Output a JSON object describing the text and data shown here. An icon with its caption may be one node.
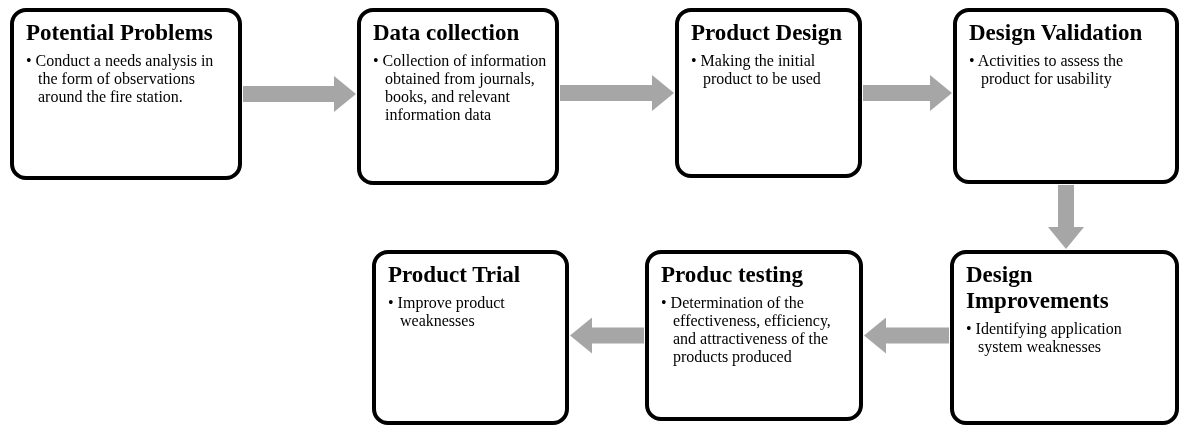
{
  "diagram": {
    "nodes": [
      {
        "text": [
          "Potential Problems",
          "• Conduct a needs analysis in the form of observations around the fire station."
        ]
      },
      {
        "text": [
          "Data collection",
          "• Collection of information obtained from journals, books, and relevant information data"
        ]
      },
      {
        "text": [
          "Product Design",
          "• Making the initial product to be used"
        ]
      },
      {
        "text": [
          "Design Validation",
          "• Activities to assess the product for usability"
        ]
      },
      {
        "text": [
          "Design Improvements",
          "• Identifying application system weaknesses"
        ]
      },
      {
        "text": [
          "Produc testing",
          "• Determination of the effectiveness, efficiency, and attractiveness of the products produced"
        ]
      },
      {
        "text": [
          "Product Trial",
          "• Improve product weaknesses"
        ]
      }
    ],
    "edges": [
      {
        "from": 0,
        "to": 1,
        "arrow": "to"
      },
      {
        "from": 1,
        "to": 2,
        "arrow": "to"
      },
      {
        "from": 2,
        "to": 3,
        "arrow": "to"
      },
      {
        "from": 3,
        "to": 4,
        "arrow": "to"
      },
      {
        "from": 4,
        "to": 5,
        "arrow": "to"
      },
      {
        "from": 5,
        "to": 6,
        "arrow": "to"
      }
    ]
  }
}
